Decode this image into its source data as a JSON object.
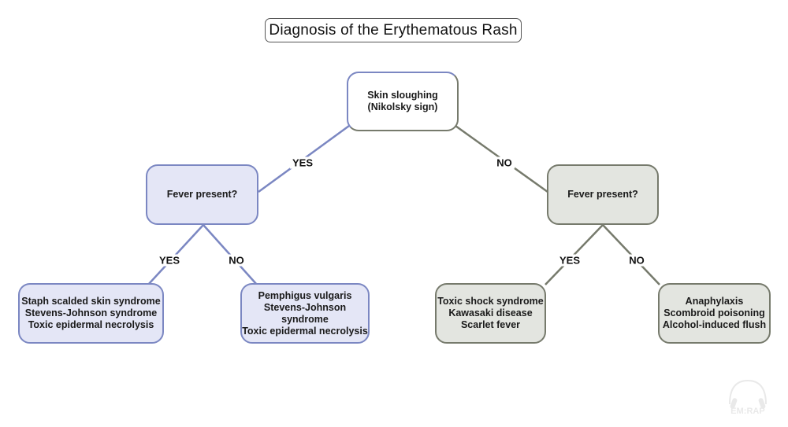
{
  "title": "Diagnosis of the Erythematous Rash",
  "colors": {
    "yes_branch_stroke": "#7b87c2",
    "yes_branch_fill": "#e4e6f6",
    "no_branch_stroke": "#767a6c",
    "no_branch_fill": "#e3e5e0"
  },
  "nodes": {
    "root": {
      "lines": [
        "Skin sloughing",
        "(Nikolsky sign)"
      ]
    },
    "fever_yes": {
      "lines": [
        "Fever present?"
      ]
    },
    "fever_no": {
      "lines": [
        "Fever present?"
      ]
    },
    "leaf_yes_yes": {
      "lines": [
        "Staph scalded skin syndrome",
        "Stevens-Johnson syndrome",
        "Toxic epidermal necrolysis"
      ]
    },
    "leaf_yes_no": {
      "lines": [
        "Pemphigus vulgaris",
        "Stevens-Johnson syndrome",
        "Toxic epidermal necrolysis"
      ]
    },
    "leaf_no_yes": {
      "lines": [
        "Toxic shock syndrome",
        "Kawasaki disease",
        "Scarlet fever"
      ]
    },
    "leaf_no_no": {
      "lines": [
        "Anaphylaxis",
        "Scombroid poisoning",
        "Alcohol-induced flush"
      ]
    }
  },
  "edges": {
    "root_yes": "YES",
    "root_no": "NO",
    "left_yes": "YES",
    "left_no": "NO",
    "right_yes": "YES",
    "right_no": "NO"
  },
  "watermark": {
    "text": "EM:RAP",
    "icon": "headphones-icon"
  }
}
